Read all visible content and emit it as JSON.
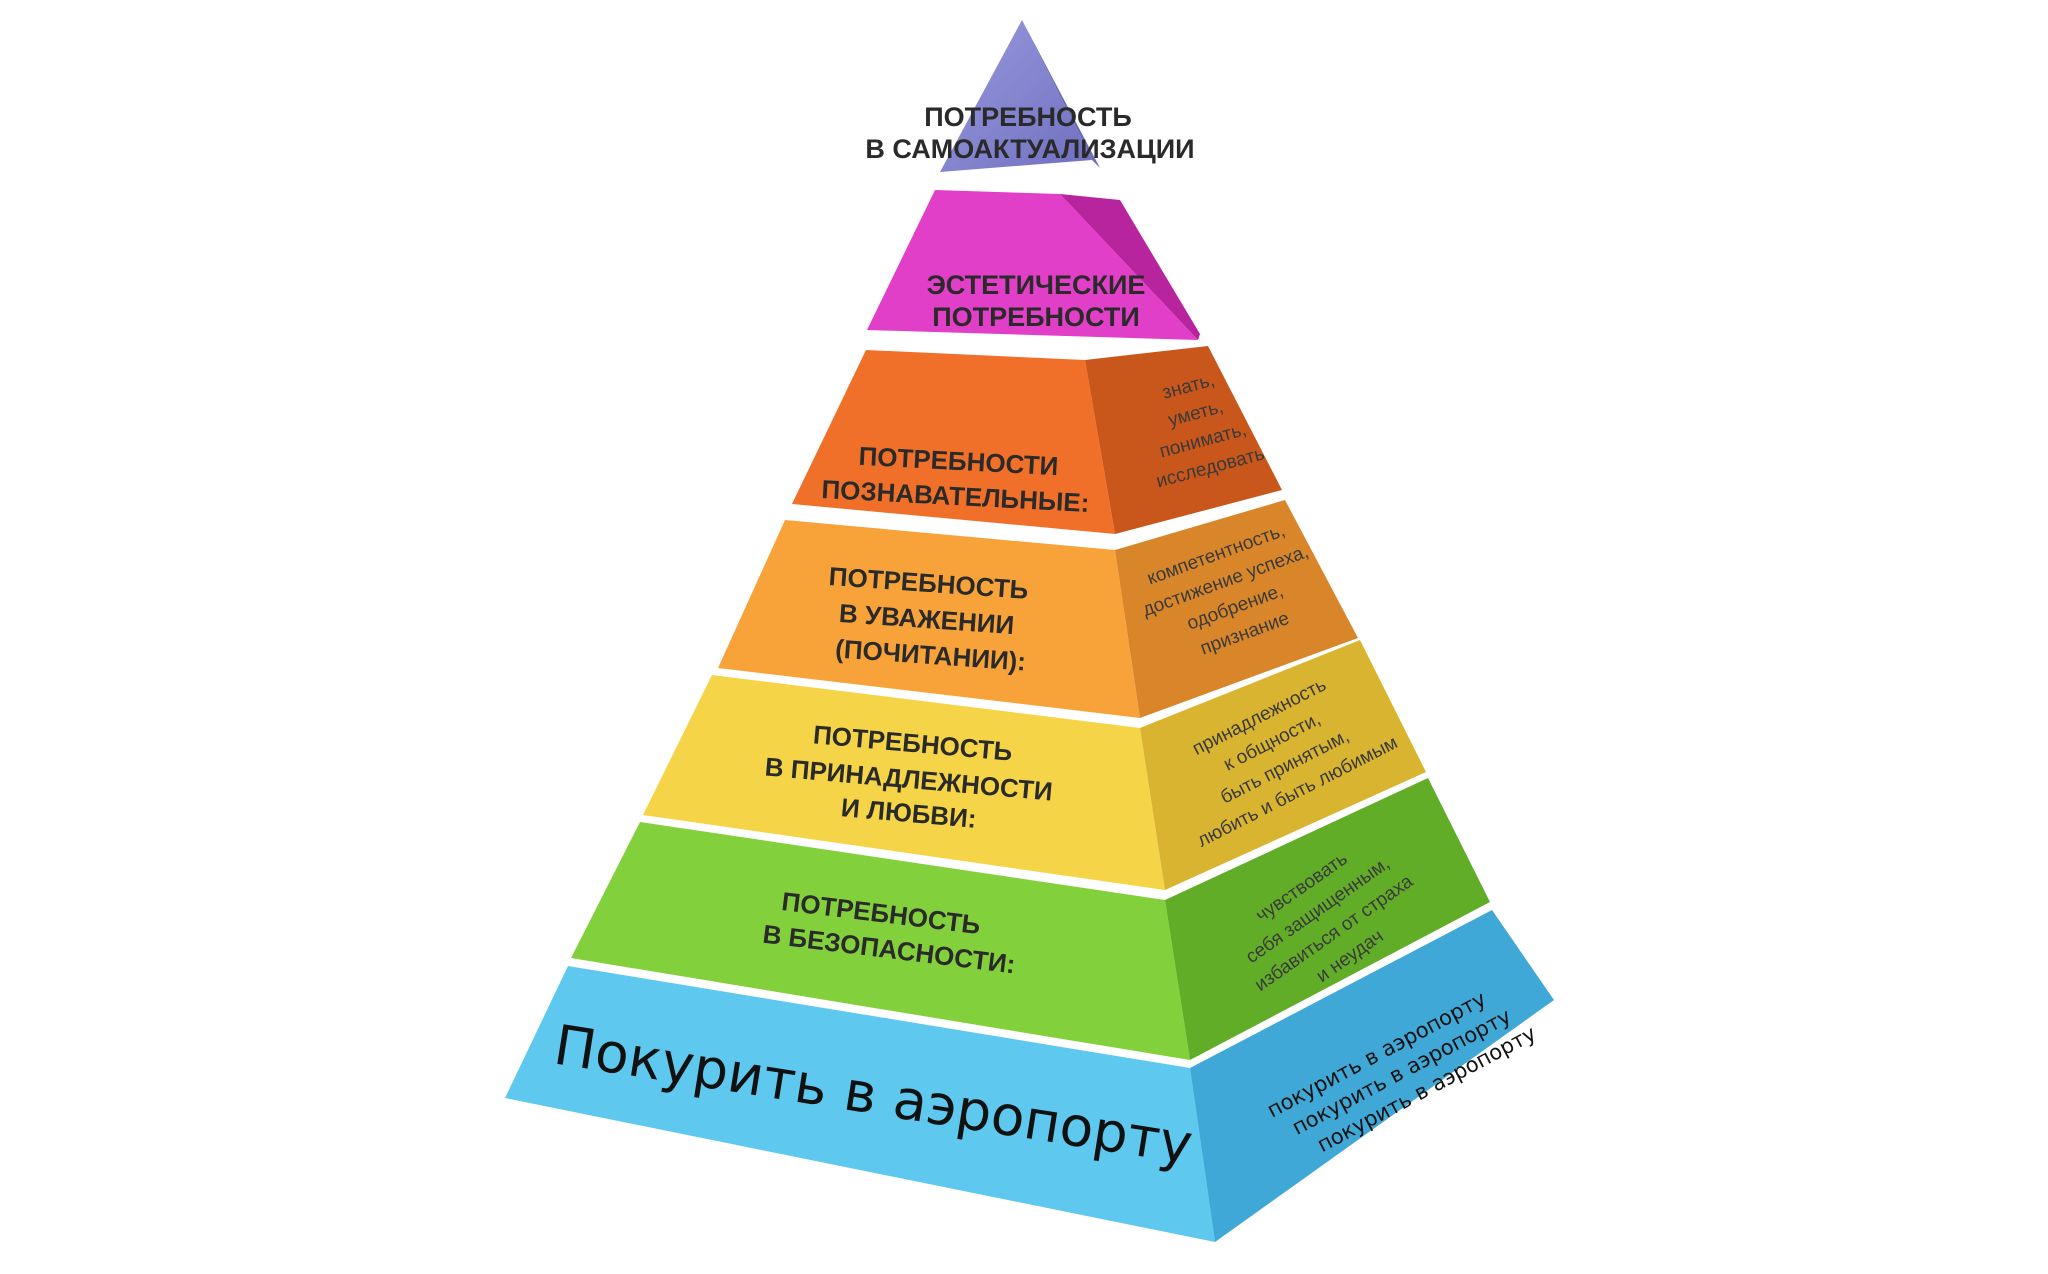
{
  "pyramid": {
    "top": {
      "lines": [
        "ПОТРЕБНОСТЬ",
        "В САМОАКТУАЛИЗАЦИИ"
      ],
      "color": "#8c8cd6"
    },
    "tiers": [
      {
        "id": "aesthetic",
        "front_lines": [
          "ЭСТЕТИЧЕСКИЕ",
          "ПОТРЕБНОСТИ"
        ],
        "side_lines": [],
        "front_color": "#e23fc8",
        "side_color": "#b8249e"
      },
      {
        "id": "cognitive",
        "front_lines": [
          "ПОТРЕБНОСТИ",
          "ПОЗНАВАТЕЛЬНЫЕ:"
        ],
        "side_lines": [
          "знать,",
          "уметь,",
          "понимать,",
          "исследовать"
        ],
        "front_color": "#f0702a",
        "side_color": "#c9561a"
      },
      {
        "id": "esteem",
        "front_lines": [
          "ПОТРЕБНОСТЬ",
          "В УВАЖЕНИИ",
          "(ПОЧИТАНИИ):"
        ],
        "side_lines": [
          "компетентность,",
          "достижение успеха,",
          "одобрение,",
          "признание"
        ],
        "front_color": "#f7a33a",
        "side_color": "#d9862a"
      },
      {
        "id": "belonging",
        "front_lines": [
          "ПОТРЕБНОСТЬ",
          "В ПРИНАДЛЕЖНОСТИ",
          "И ЛЮБВИ:"
        ],
        "side_lines": [
          "принадлежность",
          "к общности,",
          "быть принятым,",
          "любить и быть любимым"
        ],
        "front_color": "#f5d447",
        "side_color": "#d8b431"
      },
      {
        "id": "safety",
        "front_lines": [
          "ПОТРЕБНОСТЬ",
          "В БЕЗОПАСНОСТИ:"
        ],
        "side_lines": [
          "чувствовать",
          "себя защищенным,",
          "избавиться от страха",
          "и неудач"
        ],
        "front_color": "#82d13c",
        "side_color": "#62ad28"
      },
      {
        "id": "base",
        "front_lines": [
          "Покурить в аэропорту"
        ],
        "side_lines": [
          "покурить в аэропорту",
          "покурить в аэропорту",
          "покурить в аэропорту"
        ],
        "front_color": "#5fc8ef",
        "side_color": "#3fa8d6"
      }
    ]
  }
}
